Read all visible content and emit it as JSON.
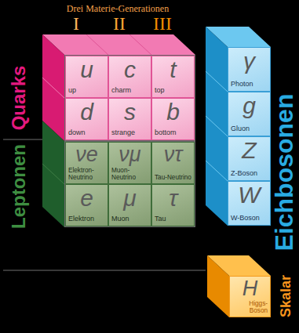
{
  "diagram": {
    "title": "Drei Materie-Generationen",
    "nodes": [
      {
        "text": [
          "u",
          "up"
        ]
      },
      {
        "text": [
          "c",
          "charm"
        ]
      },
      {
        "text": [
          "t",
          "top"
        ]
      },
      {
        "text": [
          "d",
          "down"
        ]
      },
      {
        "text": [
          "s",
          "strange"
        ]
      },
      {
        "text": [
          "b",
          "bottom"
        ]
      },
      {
        "text": [
          "νe",
          "Elektron-Neutrino"
        ]
      },
      {
        "text": [
          "νμ",
          "Muon-Neutrino"
        ]
      },
      {
        "text": [
          "ντ",
          "Tau-Neutrino"
        ]
      },
      {
        "text": [
          "e",
          "Elektron"
        ]
      },
      {
        "text": [
          "μ",
          "Muon"
        ]
      },
      {
        "text": [
          "τ",
          "Tau"
        ]
      },
      {
        "text": [
          "γ",
          "Photon"
        ]
      },
      {
        "text": [
          "g",
          "Gluon"
        ]
      },
      {
        "text": [
          "Z",
          "Z-Boson"
        ]
      },
      {
        "text": [
          "W",
          "W-Boson"
        ]
      },
      {
        "text": [
          "H",
          "Higgs-Boson"
        ]
      }
    ],
    "labels": [
      "I",
      "II",
      "III",
      "Quarks",
      "Leptonen",
      "Eichbosonen",
      "Skalar"
    ]
  }
}
